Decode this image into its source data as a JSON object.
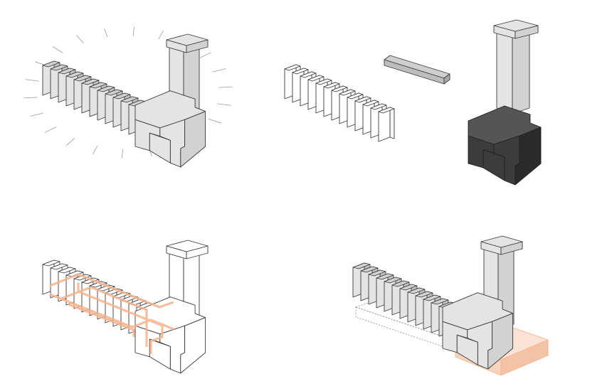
{
  "figure": {
    "panels": [
      {
        "id": "assembled-building",
        "style": "highlighted"
      },
      {
        "id": "exploded-components",
        "style": "components"
      },
      {
        "id": "circulation-paths",
        "style": "paths"
      },
      {
        "id": "building-on-plinth",
        "style": "plinth"
      }
    ],
    "colors": {
      "background": "#ffffff",
      "line": "#3a3a3a",
      "face_light": "#e4e4e4",
      "face_mid": "#d2d2d2",
      "face_dark": "#c4c4c4",
      "bar_fill": "#bdbdbd",
      "dark_block_front": "#3c3c3c",
      "dark_block_top": "#555555",
      "dark_block_side": "#2b2b2b",
      "accent": "#f6b38e",
      "accent_fill": "#fbe3d5",
      "ghost_line": "#9a9a9a"
    }
  }
}
